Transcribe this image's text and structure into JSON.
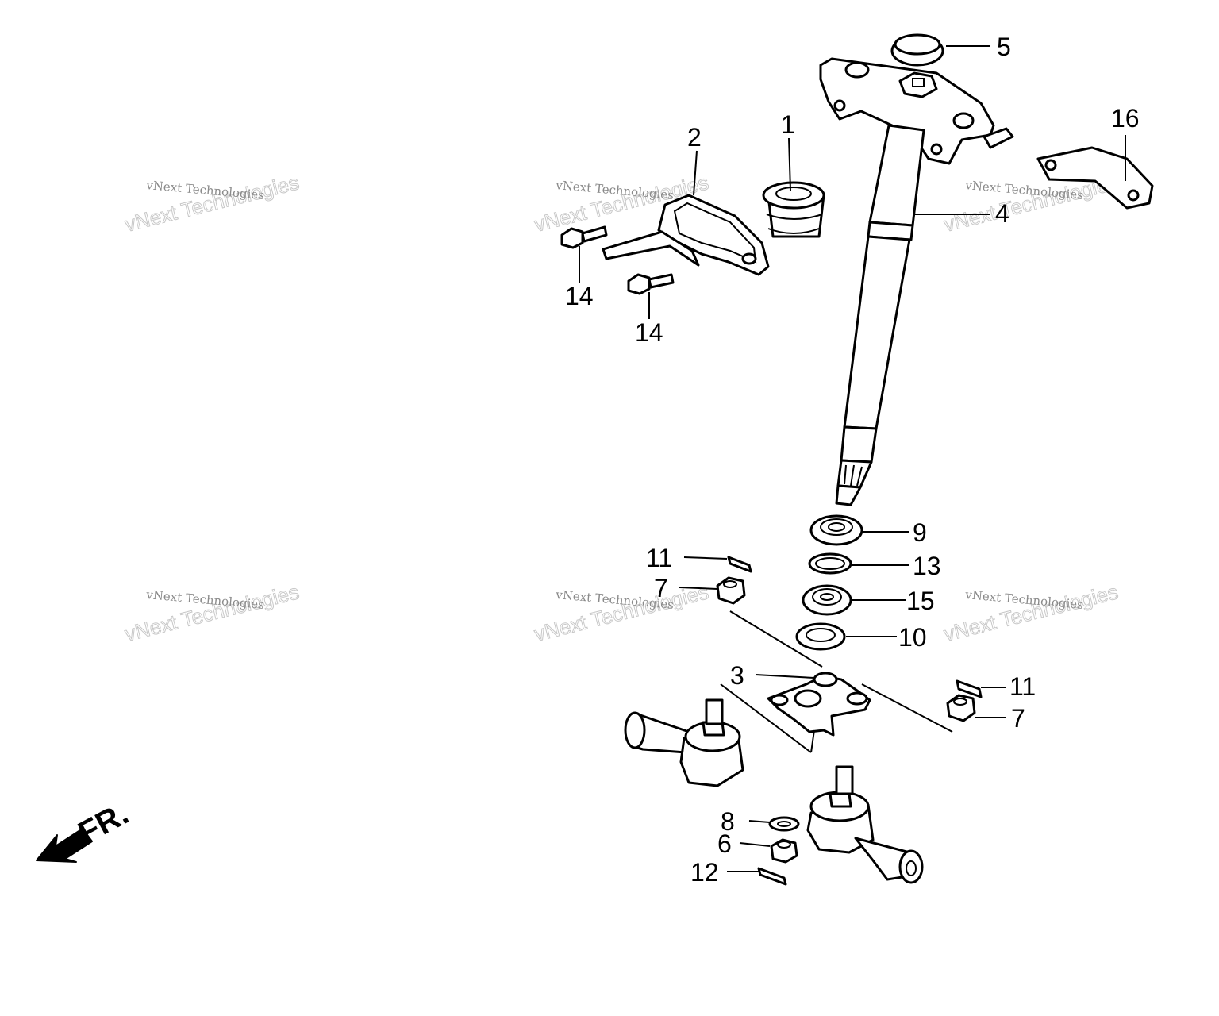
{
  "diagram": {
    "callouts": {
      "c1": "1",
      "c2": "2",
      "c3": "3",
      "c4": "4",
      "c5": "5",
      "c6": "6",
      "c7a": "7",
      "c7b": "7",
      "c8": "8",
      "c9": "9",
      "c10": "10",
      "c11a": "11",
      "c11b": "11",
      "c12": "12",
      "c13": "13",
      "c14a": "14",
      "c14b": "14",
      "c15": "15",
      "c16": "16"
    },
    "front_label": "FR."
  },
  "watermark": {
    "line1": "vNext Technologies",
    "line2": "vNext Technologies"
  }
}
